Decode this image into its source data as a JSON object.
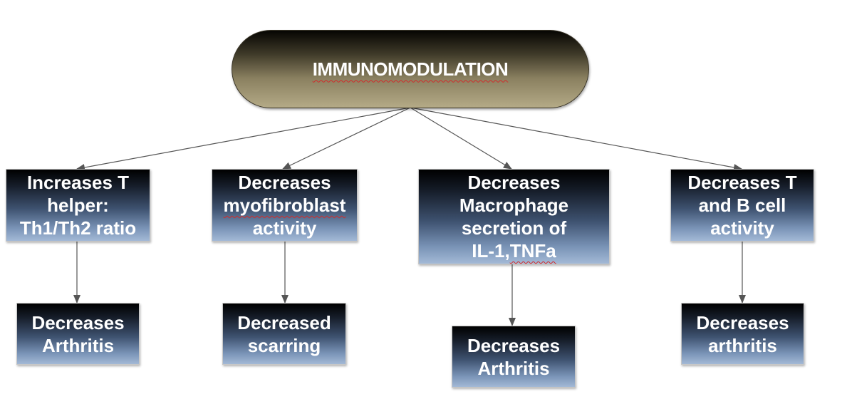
{
  "root": {
    "label": "IMMUNOMODULATION"
  },
  "effects": [
    {
      "label": "Increases T\nhelper:\nTh1/Th2 ratio"
    },
    {
      "label": "Decreases\nmyofibroblast\nactivity"
    },
    {
      "label": "Decreases\nMacrophage\nsecretion of\nIL-1,TNFa"
    },
    {
      "label": "Decreases T\nand B cell\nactivity"
    }
  ],
  "outcomes": [
    {
      "label": "Decreases\nArthritis"
    },
    {
      "label": "Decreased\nscarring"
    },
    {
      "label": "Decreases\nArthritis"
    },
    {
      "label": "Decreases\narthritis"
    }
  ],
  "colors": {
    "pill_gradient": [
      "#060502",
      "#b4aa86"
    ],
    "box_gradient": [
      "#000000",
      "#a3b9d6"
    ],
    "connector": "#555555",
    "text": "#ffffff"
  }
}
